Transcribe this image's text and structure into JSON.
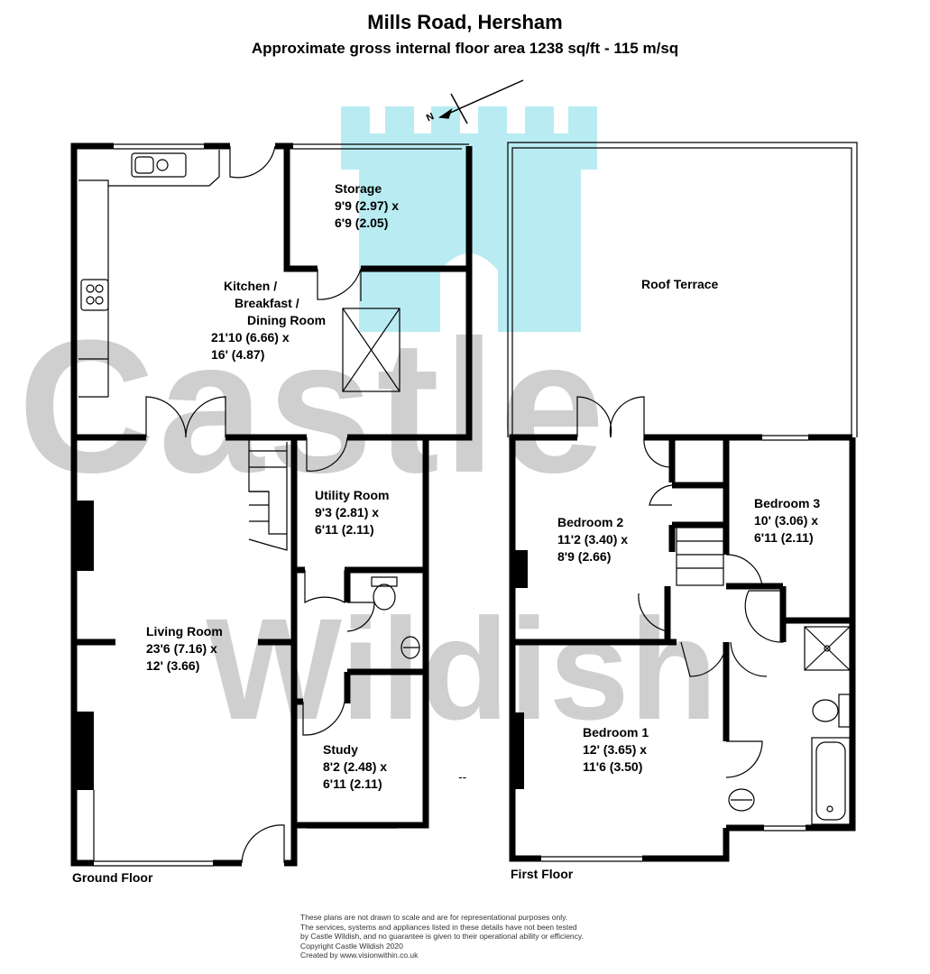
{
  "title": "Mills Road, Hersham",
  "subtitle": "Approximate gross internal floor area 1238 sq/ft - 115 m/sq",
  "watermark": {
    "line1": "Castle",
    "line2": "Wildish",
    "tower_color": "#b8ecf2",
    "text_color": "#c4c4c4"
  },
  "compass": {
    "label": "N"
  },
  "wall_color": "#000000",
  "floors": [
    {
      "label": "Ground Floor"
    },
    {
      "label": "First Floor"
    }
  ],
  "rooms": {
    "storage": {
      "name": "Storage",
      "dim1": "9'9 (2.97) x",
      "dim2": "6'9 (2.05)"
    },
    "kitchen": {
      "line1": "Kitchen /",
      "line2": "Breakfast /",
      "line3": "Dining Room",
      "dim1": "21'10 (6.66) x",
      "dim2": "16' (4.87)"
    },
    "utility": {
      "name": "Utility Room",
      "dim1": "9'3 (2.81) x",
      "dim2": "6'11 (2.11)"
    },
    "living": {
      "name": "Living Room",
      "dim1": "23'6 (7.16) x",
      "dim2": "12' (3.66)"
    },
    "study": {
      "name": "Study",
      "dim1": "8'2 (2.48) x",
      "dim2": "6'11 (2.11)"
    },
    "roof_terrace": {
      "name": "Roof Terrace"
    },
    "bedroom2": {
      "name": "Bedroom 2",
      "dim1": "11'2 (3.40) x",
      "dim2": "8'9 (2.66)"
    },
    "bedroom3": {
      "name": "Bedroom 3",
      "dim1": "10' (3.06) x",
      "dim2": "6'11 (2.11)"
    },
    "bedroom1": {
      "name": "Bedroom 1",
      "dim1": "12' (3.65) x",
      "dim2": "11'6 (3.50)"
    }
  },
  "stray_mark": "--",
  "disclaimer": [
    "These plans are not drawn to scale and are for representational purposes only.",
    "The services, systems and appliances listed in these details have not been tested",
    "by Castle Wildish, and no guarantee is given  to their operational ability or efficiency.",
    "Copyright Castle Wildish 2020",
    "Created by www.visionwithin.co.uk"
  ]
}
